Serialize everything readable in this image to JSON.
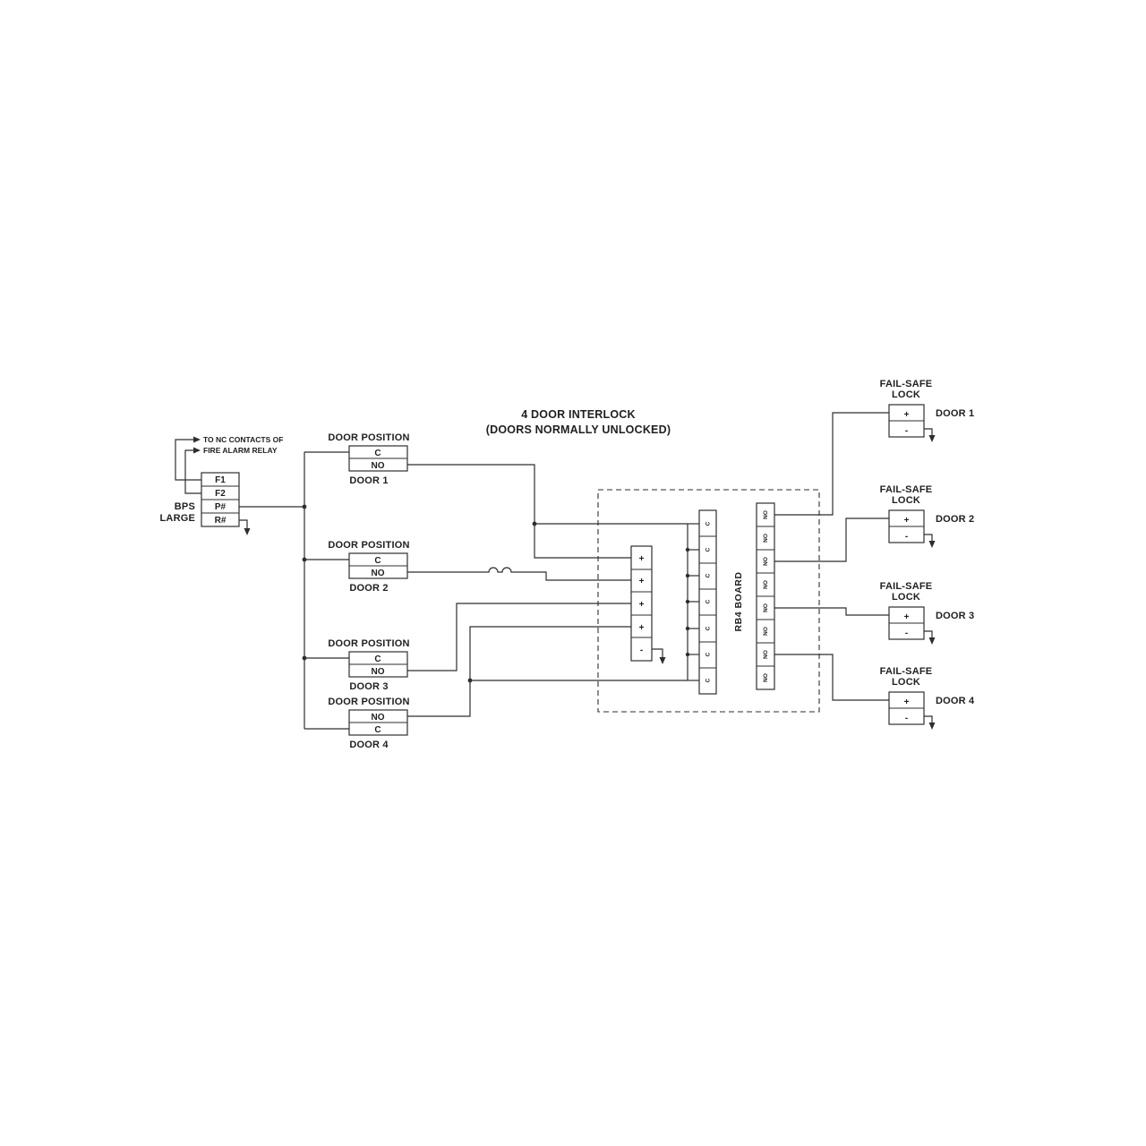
{
  "title": {
    "line1": "4 DOOR INTERLOCK",
    "line2": "(DOORS NORMALLY UNLOCKED)"
  },
  "fire_alarm_note": {
    "line1": "TO NC CONTACTS OF",
    "line2": "FIRE ALARM RELAY"
  },
  "bps": {
    "label_line1": "BPS",
    "label_line2": "LARGE",
    "terminals": [
      "F1",
      "F2",
      "P#",
      "R#"
    ]
  },
  "door_switches": [
    {
      "title": "DOOR POSITION",
      "name": "DOOR 1",
      "terminals": [
        "C",
        "NO"
      ]
    },
    {
      "title": "DOOR POSITION",
      "name": "DOOR 2",
      "terminals": [
        "C",
        "NO"
      ]
    },
    {
      "title": "DOOR POSITION",
      "name": "DOOR 3",
      "terminals": [
        "C",
        "NO"
      ]
    },
    {
      "title": "DOOR POSITION",
      "name": "DOOR 4",
      "terminals": [
        "NO",
        "C"
      ]
    }
  ],
  "power_strip": {
    "terminals": [
      "+",
      "+",
      "+",
      "+",
      "-"
    ]
  },
  "rb4": {
    "label": "RB4 BOARD",
    "left_terminals": [
      "C",
      "C",
      "C",
      "C",
      "C",
      "C",
      "C"
    ],
    "right_terminals": [
      "NO",
      "NO",
      "NO",
      "NO",
      "NO",
      "NO",
      "NO",
      "NO"
    ]
  },
  "locks": [
    {
      "label_line1": "FAIL-SAFE",
      "label_line2": "LOCK",
      "name": "DOOR 1",
      "terminals": [
        "+",
        "-"
      ]
    },
    {
      "label_line1": "FAIL-SAFE",
      "label_line2": "LOCK",
      "name": "DOOR 2",
      "terminals": [
        "+",
        "-"
      ]
    },
    {
      "label_line1": "FAIL-SAFE",
      "label_line2": "LOCK",
      "name": "DOOR 3",
      "terminals": [
        "+",
        "-"
      ]
    },
    {
      "label_line1": "FAIL-SAFE",
      "label_line2": "LOCK",
      "name": "DOOR 4",
      "terminals": [
        "+",
        "-"
      ]
    }
  ],
  "colors": {
    "background": "#ffffff",
    "line": "#2e2e2e",
    "text": "#1f1f1f"
  }
}
